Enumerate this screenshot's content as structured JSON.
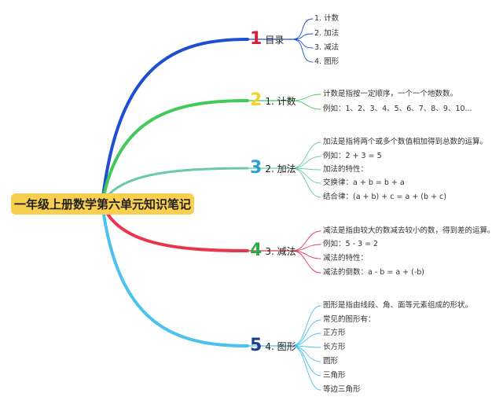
{
  "root": {
    "label": "一年级上册数学第六单元知识笔记"
  },
  "branches": [
    {
      "id": "toc",
      "number": "1",
      "label": "目录",
      "color": "#1f4fd1",
      "items": [
        "1. 计数",
        "2. 加法",
        "3. 减法",
        "4. 图形"
      ]
    },
    {
      "id": "counting",
      "number": "2",
      "label": "1. 计数",
      "color": "#41c95a",
      "numColor": "#f3d22e",
      "items": [
        "计数是指按一定顺序，一个一个地数数。",
        "例如：1、2、3、4、5、6、7、8、9、10..."
      ]
    },
    {
      "id": "addition",
      "number": "3",
      "label": "2. 加法",
      "color": "#6cc9a6",
      "numColor": "#2a9fd8",
      "items": [
        "加法是指将两个或多个数值相加得到总数的运算。",
        "例如：2 + 3 = 5",
        "加法的特性：",
        "交换律：a + b = b + a",
        "结合律：(a + b) + c = a + (b + c)"
      ]
    },
    {
      "id": "subtraction",
      "number": "4",
      "label": "3. 减法",
      "color": "#e8364f",
      "numColor": "#2fa84a",
      "items": [
        "减法是指由较大的数减去较小的数，得到差的运算。",
        "例如：5 - 3 = 2",
        "减法的特性：",
        "减法的倒数：a - b = a + (-b)"
      ]
    },
    {
      "id": "shapes",
      "number": "5",
      "label": "4. 图形",
      "color": "#49c3ee",
      "numColor": "#1f3d8a",
      "items": [
        "图形是指由线段、角、面等元素组成的形状。",
        "常见的图形有：",
        "正方形",
        "长方形",
        "圆形",
        "三角形",
        "等边三角形"
      ]
    }
  ]
}
